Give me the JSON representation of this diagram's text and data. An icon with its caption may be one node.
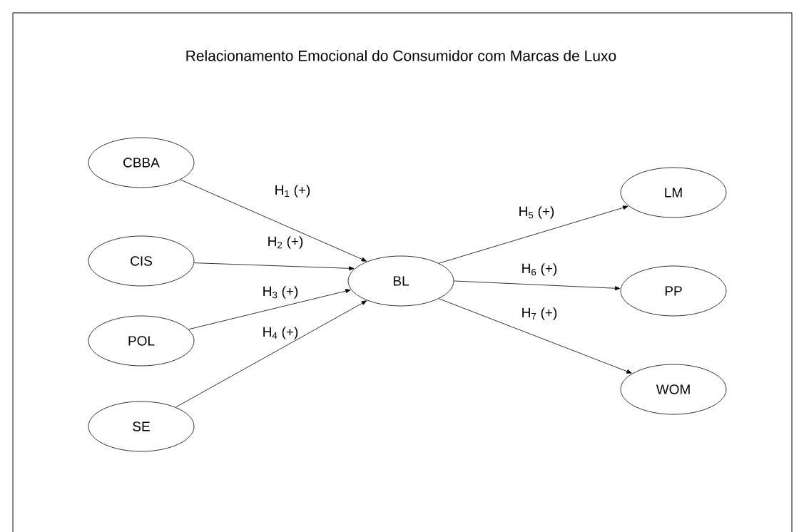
{
  "diagram": {
    "title": "Relacionamento Emocional do Consumidor  com Marcas de Luxo",
    "nodes": [
      {
        "text": [
          "CBBA"
        ]
      },
      {
        "text": [
          "CIS"
        ]
      },
      {
        "text": [
          "POL"
        ]
      },
      {
        "text": [
          "SE"
        ]
      },
      {
        "text": [
          "BL"
        ]
      },
      {
        "text": [
          "LM"
        ]
      },
      {
        "text": [
          "PP"
        ]
      },
      {
        "text": [
          "WOM"
        ]
      }
    ],
    "edges": [
      {
        "from": 0,
        "to": 4,
        "arrow": "to",
        "label": "H$_{1}$ (+)"
      },
      {
        "from": 1,
        "to": 4,
        "arrow": "to",
        "label": "H$_{2}$ (+)"
      },
      {
        "from": 2,
        "to": 4,
        "arrow": "to",
        "label": "H$_{3}$ (+)"
      },
      {
        "from": 3,
        "to": 4,
        "arrow": "to",
        "label": "H$_{4}$ (+)"
      },
      {
        "from": 4,
        "to": 5,
        "arrow": "to",
        "label": "H$_{5}$ (+)"
      },
      {
        "from": 4,
        "to": 6,
        "arrow": "to",
        "label": "H$_{6}$ (+)"
      },
      {
        "from": 4,
        "to": 7,
        "arrow": "to",
        "label": "H$_{7}$ (+)"
      }
    ]
  }
}
